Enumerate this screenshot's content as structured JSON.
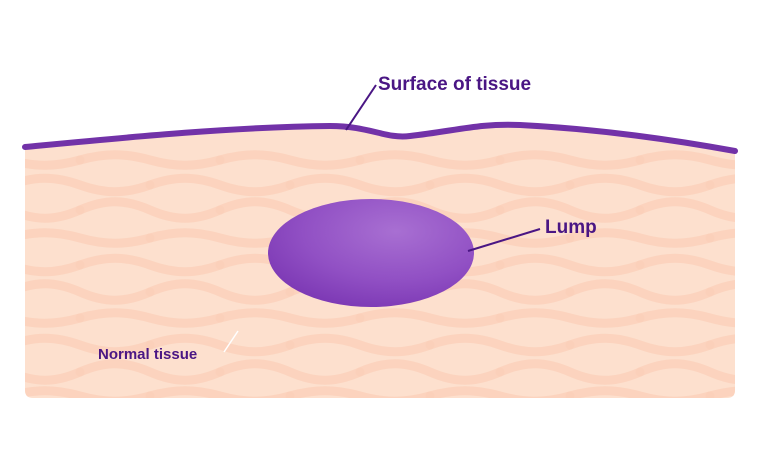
{
  "labels": {
    "surface": "Surface of tissue",
    "lump": "Lump",
    "normal": "Normal tissue"
  },
  "colors": {
    "tissue": "#fde0ce",
    "tissue_wave": "#fbcfb8",
    "surface_line": "#7232a8",
    "lump_fill": "#8e45c0",
    "lump_highlight": "#a468cf",
    "label_text": "#4a1684",
    "leader_line": "#4a1684"
  }
}
